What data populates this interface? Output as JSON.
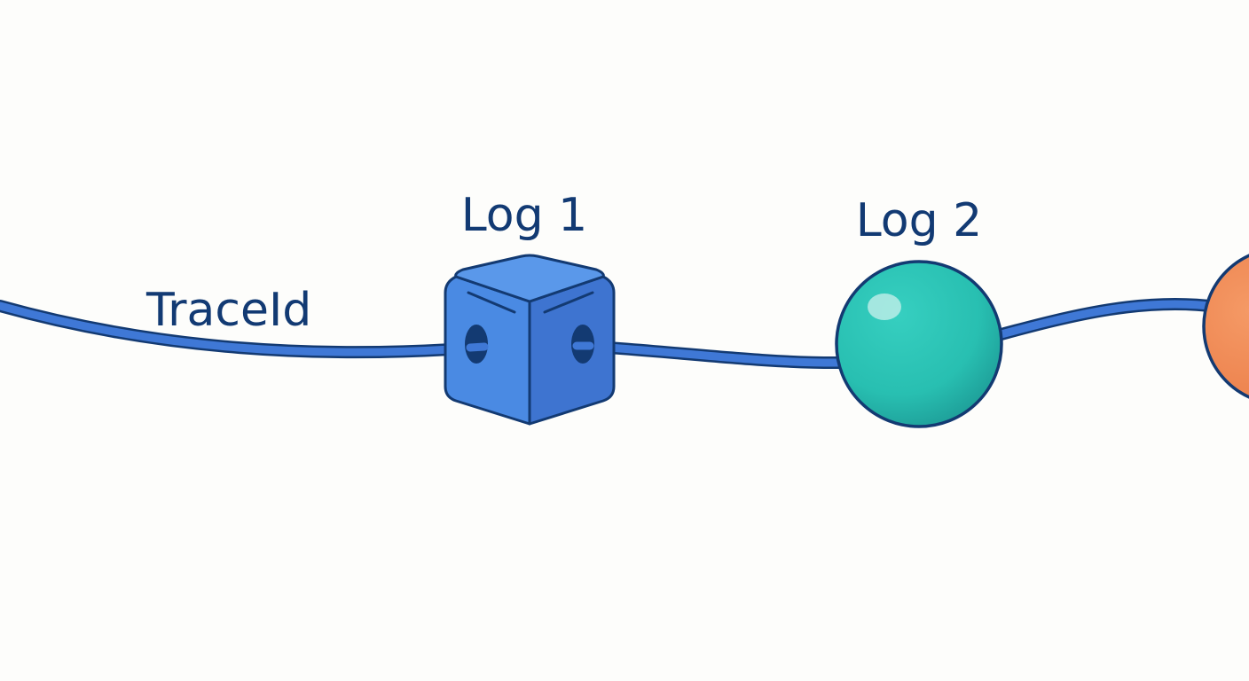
{
  "diagram": {
    "labels": {
      "thread": "TraceId",
      "node1": "Log 1",
      "node2": "Log 2"
    },
    "colors": {
      "thread": "#3f78d6",
      "outline": "#133a72",
      "cube_front": "#4a8ae3",
      "cube_side": "#3e74d0",
      "cube_top": "#5a98ea",
      "sphere": "#27bfb0",
      "sphere_shade": "#1f9d98",
      "third_node": "#f08a55",
      "label_text": "#123a73",
      "background": "#fdfdfb"
    },
    "icons": {
      "node1": "cube-icon",
      "node2": "sphere-icon",
      "node3": "sphere-icon"
    }
  }
}
